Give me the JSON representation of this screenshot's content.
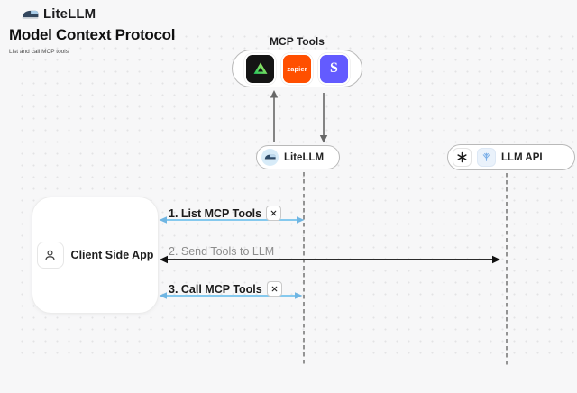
{
  "header": {
    "brand": "LiteLLM",
    "title": "Model Context Protocol",
    "subtitle": "List and call MCP tools"
  },
  "mcp_tools": {
    "label": "MCP Tools",
    "zapier_label": "zapier",
    "stripe_letter": "S"
  },
  "nodes": {
    "litellm": {
      "label": "LiteLLM"
    },
    "llm_api": {
      "label": "LLM API"
    },
    "client": {
      "label": "Client Side App"
    }
  },
  "messages": [
    {
      "label": "1. List MCP Tools",
      "arrow": "double",
      "color": "#85c9ee"
    },
    {
      "label": "2. Send Tools to LLM",
      "arrow": "double",
      "color": "#242424"
    },
    {
      "label": "3. Call MCP Tools",
      "arrow": "double",
      "color": "#85c9ee"
    }
  ],
  "icons": {
    "brand_logo": "train-icon",
    "mcp_tool_1": "green-triangle-icon",
    "mcp_tool_2": "zapier-icon",
    "mcp_tool_3": "stripe-icon",
    "llm_api_1": "openai-icon",
    "llm_api_2": "llm-provider-icon",
    "client": "person-icon",
    "message_badge": "crossed-tools-icon"
  },
  "colors": {
    "background": "#f7f7f8",
    "arrow_blue": "#85c9ee",
    "arrow_dark": "#242424",
    "lifeline_gray": "#949494",
    "zapier_orange": "#ff4f00",
    "stripe_purple": "#635bff",
    "tool_green": "#4ade80"
  }
}
